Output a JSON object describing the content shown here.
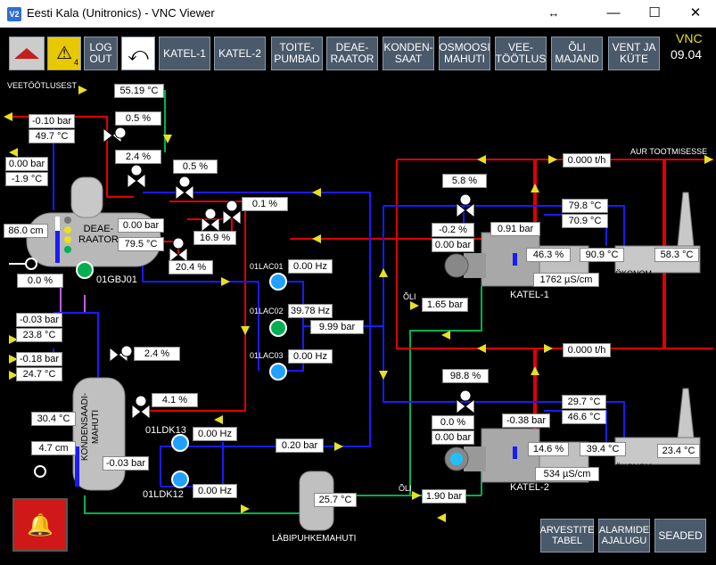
{
  "window": {
    "title": "Eesti Kala (Unitronics) - VNC Viewer",
    "app_icon": "V2",
    "resize_glyph": "↔",
    "minimize": "—",
    "maximize": "☐",
    "close": "✕"
  },
  "header": {
    "logout": "LOG\nOUT",
    "vnc": "VNC",
    "date": "09.04",
    "user_badge": "4"
  },
  "nav": [
    {
      "label": "KATEL-1"
    },
    {
      "label": "KATEL-2"
    },
    {
      "label": "TOITE-\nPUMBAD"
    },
    {
      "label": "DEAE-\nRAATOR"
    },
    {
      "label": "KONDEN-\nSAAT"
    },
    {
      "label": "OSMOOSI\nMAHUTI"
    },
    {
      "label": "VEE-\nTÖÖTLUS"
    },
    {
      "label": "ÕLI\nMAJAND"
    },
    {
      "label": "VENT JA\nKÜTE"
    }
  ],
  "labels": {
    "veetootlusest": "VEETÖÖTLUSEST",
    "aur_tootmisesse": "AUR TOOTMISESSE",
    "deaeraator": "DEAE-\nRAATOR",
    "pump_01gbj01": "01GBJ01",
    "lac01": "01LAC01",
    "lac02": "01LAC02",
    "lac03": "01LAC03",
    "ldk13": "01LDK13",
    "ldk12": "01LDK12",
    "kondensaadimahuti": "KONDENSAADI-\nMAHUTI",
    "labipuhkemahuti": "LÄBIPUHKEMAHUTI",
    "oli1": "ÕLI",
    "oli2": "ÕLI",
    "katel1": "KATEL-1",
    "katel2": "KATEL-2",
    "okonom1": "ÖKONOM.",
    "okonom2": "ÖKONOM."
  },
  "values": {
    "v_5519": "55.19 °C",
    "v_010bar": "-0.10 bar",
    "v_497": "49.7 °C",
    "v_05a": "0.5 %",
    "v_000bar": "0.00 bar",
    "v_m19": "-1.9 °C",
    "v_24a": "2.4 %",
    "v_05b": "0.5 %",
    "v_01": "0.1 %",
    "v_860": "86.0 cm",
    "v_000bar2": "0.00 bar",
    "v_795": "79.5 °C",
    "v_169": "16.9 %",
    "v_204": "20.4 %",
    "v_00pct": "0.0 %",
    "v_000hz1": "0.00 Hz",
    "v_3978": "39.78 Hz",
    "v_999": "9.99 bar",
    "v_000hz2": "0.00 Hz",
    "v_m003": "-0.03 bar",
    "v_238": "23.8 °C",
    "v_m018": "-0.18 bar",
    "v_247": "24.7 °C",
    "v_24b": "2.4 %",
    "v_41": "4.1 %",
    "v_304": "30.4 °C",
    "v_47": "4.7 cm",
    "v_m003b": "-0.03 bar",
    "v_000hz3": "0.00 Hz",
    "v_000hz4": "0.00 Hz",
    "v_020": "0.20 bar",
    "v_257": "25.7 °C",
    "k1_flow": "0.000 t/h",
    "k1_58": "5.8 %",
    "k1_m02": "-0.2 %",
    "k1_000bar": "0.00 bar",
    "k1_091": "0.91 bar",
    "k1_798": "79.8 °C",
    "k1_709": "70.9 °C",
    "k1_463": "46.3 %",
    "k1_909": "90.9 °C",
    "k1_583": "58.3 °C",
    "k1_1762": "1762 µS/cm",
    "k1_165": "1.65 bar",
    "k2_flow": "0.000 t/h",
    "k2_988": "98.8 %",
    "k2_m038": "-0.38 bar",
    "k2_297": "29.7 °C",
    "k2_466": "46.6 °C",
    "k2_00": "0.0 %",
    "k2_000bar": "0.00 bar",
    "k2_146": "14.6 %",
    "k2_394": "39.4 °C",
    "k2_234": "23.4 °C",
    "k2_534": "534 µS/cm",
    "k2_190": "1.90 bar"
  },
  "bottom": {
    "arvestite": "ARVESTITE\nTABEL",
    "alarmide": "ALARMIDE\nAJALUGU",
    "seaded": "SEADED"
  },
  "colors": {
    "red": "#e00000",
    "blue": "#1a1aff",
    "green": "#00b050",
    "yellow": "#e8e020",
    "white_pipe": "#ffffff",
    "purple": "#c060e0",
    "button": "#4a5a6b"
  },
  "icons": {
    "home": "home-icon",
    "worker": "worker-icon",
    "return": "return-arrow-icon",
    "alarm": "alarm-bell-icon",
    "valve": "valve-icon",
    "pump": "pump-icon",
    "motor": "motor-icon",
    "chimney": "chimney-icon"
  }
}
